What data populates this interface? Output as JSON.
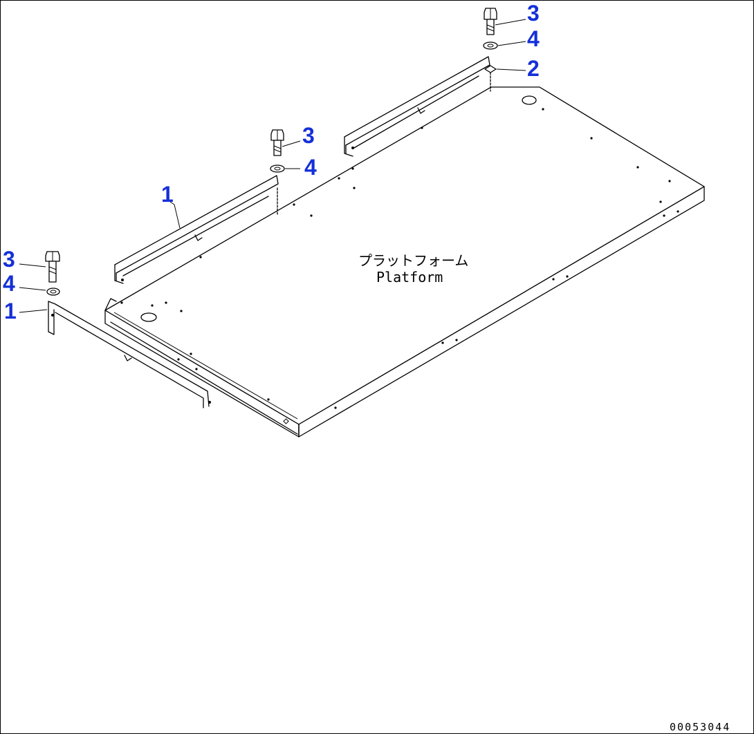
{
  "diagram": {
    "platform_label_jp": "プラットフォーム",
    "platform_label_en": "Platform",
    "drawing_code": "00053044",
    "callouts": {
      "top_bolt": "3",
      "top_washer": "4",
      "top_bracket": "2",
      "mid_bolt": "3",
      "mid_washer": "4",
      "mid_bracket": "1",
      "left_bolt": "3",
      "left_washer": "4",
      "left_bracket": "1"
    },
    "colors": {
      "callout": "#1530d8",
      "line": "#000000",
      "background": "#ffffff"
    }
  }
}
